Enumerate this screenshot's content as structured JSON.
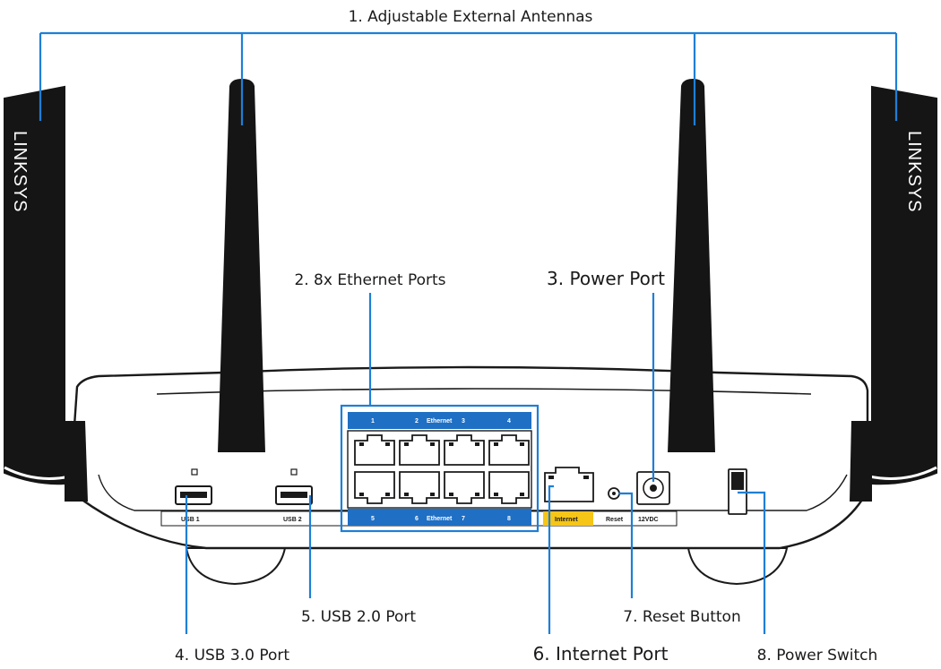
{
  "callouts": {
    "antennas": "1. Adjustable External Antennas",
    "ethernet": "2. 8x Ethernet Ports",
    "power_port": "3. Power Port",
    "usb3": "4. USB 3.0 Port",
    "usb2": "5. USB 2.0 Port",
    "internet_port": "6. Internet Port",
    "reset": "7. Reset Button",
    "power_switch": "8. Power Switch"
  },
  "panel": {
    "brand": "LINKSYS",
    "port_numbers_top": [
      "1",
      "2",
      "3",
      "4"
    ],
    "port_numbers_bottom": [
      "5",
      "6",
      "7",
      "8"
    ],
    "ethernet_label": "Ethernet",
    "usb1_label": "USB 1",
    "usb2_label": "USB 2",
    "internet_label": "Internet",
    "reset_label": "Reset",
    "power_label": "12VDC"
  },
  "colors": {
    "leader": "#1e7fd6",
    "ethernet_strip": "#1f6fc4",
    "internet_tag": "#f5c518"
  }
}
